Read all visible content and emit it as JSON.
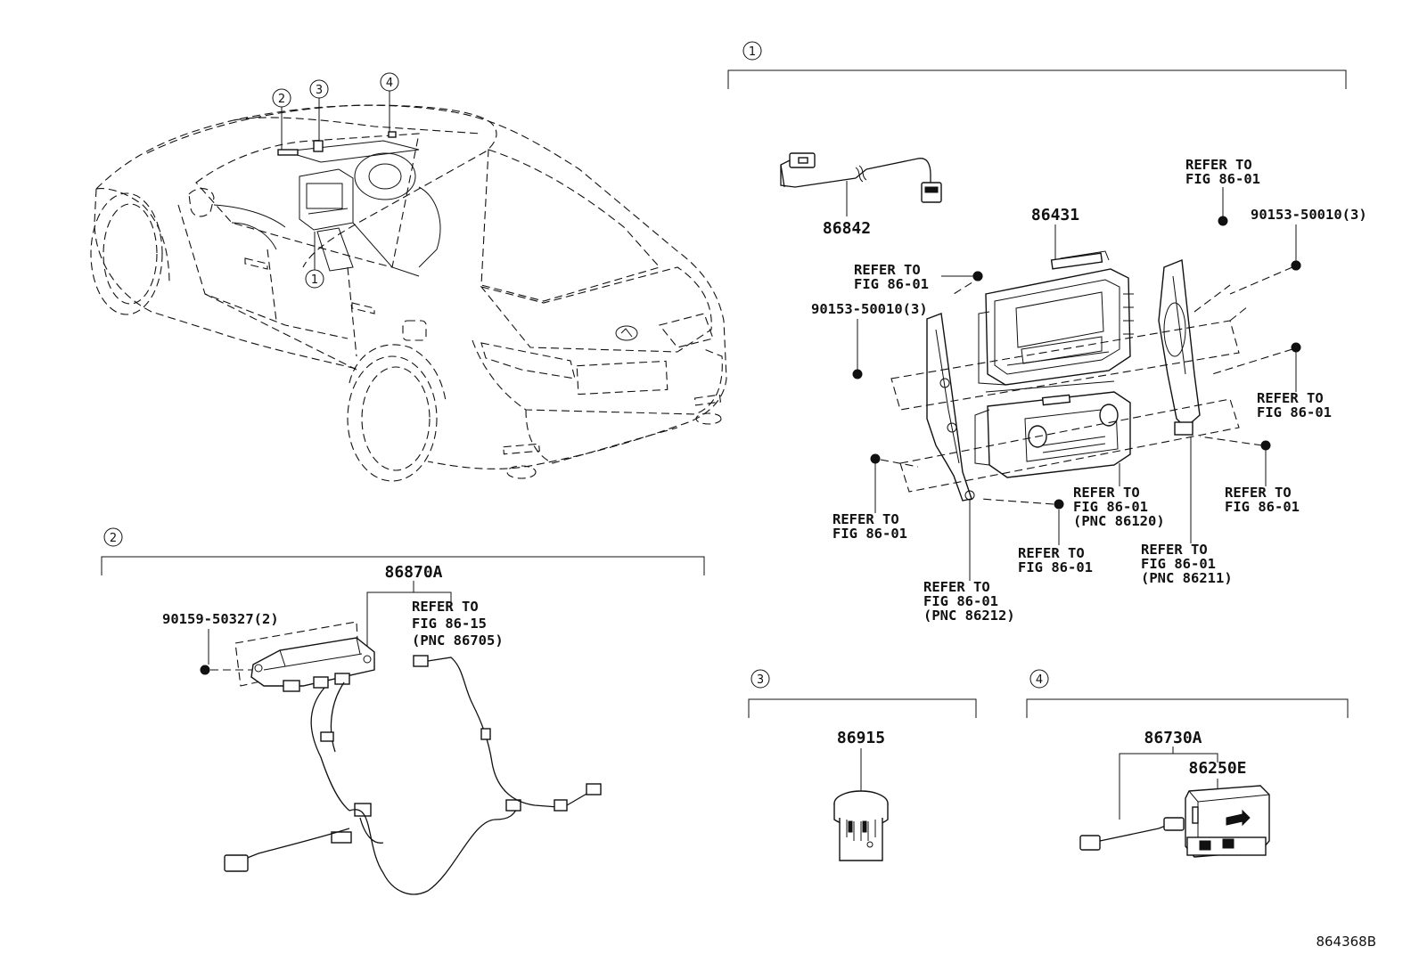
{
  "sections": [
    {
      "number": "1"
    },
    {
      "number": "2"
    },
    {
      "number": "3"
    },
    {
      "number": "4"
    }
  ],
  "car_callouts": [
    "2",
    "3",
    "4",
    "1"
  ],
  "parts": {
    "s1_harness": "86842",
    "s1_display": "86431",
    "s1_bolt_upper_right": "90153-50010(3)",
    "s1_bolt_left": "90153-50010(3)",
    "s2_module": "86870A",
    "s2_bolt": "90159-50327(2)",
    "s3_part": "86915",
    "s4_part": "86730A",
    "s4_sub": "86250E"
  },
  "refer_notes": {
    "s1_top_right": [
      "REFER TO",
      "FIG 86-01"
    ],
    "s1_top_left": [
      "REFER TO",
      "FIG 86-01"
    ],
    "s1_right_mid": [
      "REFER TO",
      "FIG 86-01"
    ],
    "s1_right_low": [
      "REFER TO",
      "FIG 86-01"
    ],
    "s1_left_low": [
      "REFER TO",
      "FIG 86-01"
    ],
    "s1_center_pnc120": [
      "REFER TO",
      "FIG 86-01",
      "(PNC 86120)"
    ],
    "s1_center_low": [
      "REFER TO",
      "FIG 86-01"
    ],
    "s1_pnc211": [
      "REFER TO",
      "FIG 86-01",
      "(PNC 86211)"
    ],
    "s1_pnc212": [
      "REFER TO",
      "FIG 86-01",
      "(PNC 86212)"
    ],
    "s2_antenna": [
      "REFER TO",
      "FIG 86-15",
      "(PNC 86705)"
    ]
  },
  "diagram_code": "864368B"
}
